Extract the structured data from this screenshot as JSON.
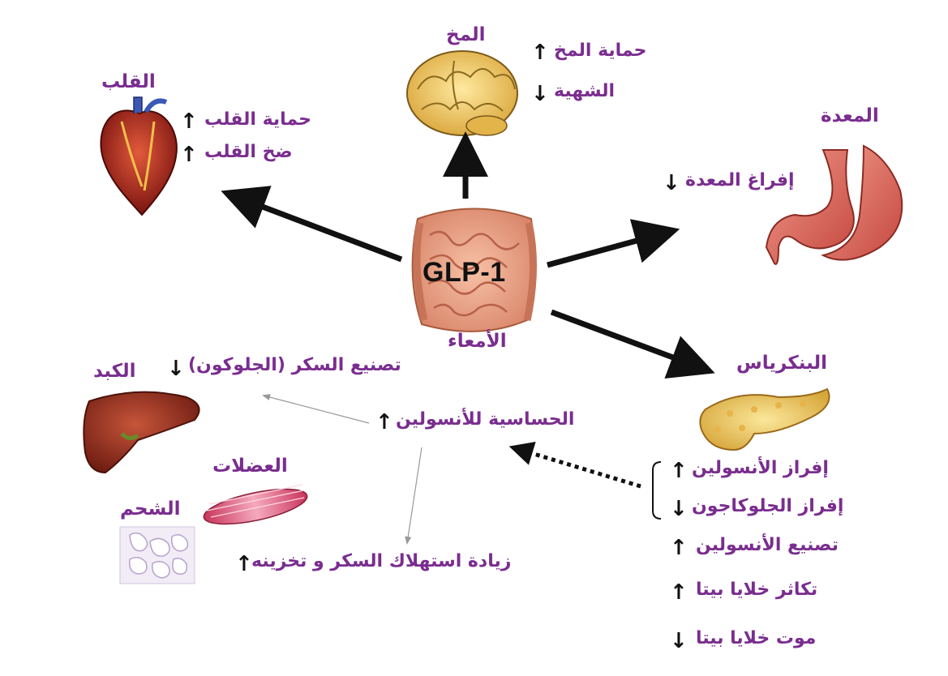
{
  "center": {
    "name": "GLP-1",
    "organ": "الأمعاء"
  },
  "brain": {
    "title": "المخ",
    "effects": [
      {
        "text": "حماية المخ",
        "dir": "↑"
      },
      {
        "text": "الشهية",
        "dir": "↓"
      }
    ]
  },
  "heart": {
    "title": "القلب",
    "effects": [
      {
        "text": "حماية القلب",
        "dir": "↑"
      },
      {
        "text": "ضخ القلب",
        "dir": "↑"
      }
    ]
  },
  "stomach": {
    "title": "المعدة",
    "effects": [
      {
        "text": "إفراغ المعدة",
        "dir": "↓"
      }
    ]
  },
  "pancreas": {
    "title": "البنكرياس",
    "effects": [
      {
        "text": "إفراز الأنسولين",
        "dir": "↑"
      },
      {
        "text": "إفراز الجلوكاجون",
        "dir": "↓"
      },
      {
        "text": "تصنيع الأنسولين",
        "dir": "↑"
      },
      {
        "text": "تكاثر خلايا بيتا",
        "dir": "↑"
      },
      {
        "text": "موت خلايا بيتا",
        "dir": "↓"
      }
    ]
  },
  "liver": {
    "title": "الكبد",
    "effects": [
      {
        "text": "تصنيع السكر (الجلوكون)",
        "dir": "↓"
      }
    ]
  },
  "insulin_sensitivity": {
    "text": "الحساسية للأنسولين",
    "dir": "↑"
  },
  "muscle": {
    "title": "العضلات"
  },
  "fat": {
    "title": "الشحم"
  },
  "glucose_uptake": {
    "text": "زيادة استهلاك السكر و تخزينه",
    "dir": "↑"
  },
  "colors": {
    "label": "#7a2d8f",
    "arrow": "#111111"
  }
}
